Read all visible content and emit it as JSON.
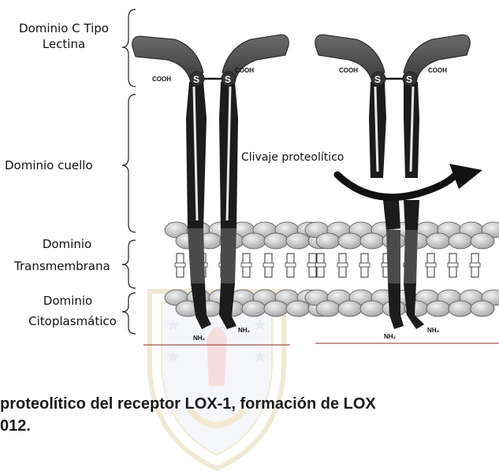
{
  "labels": {
    "lectin_domain": "Dominio C Tipo\nLectina",
    "neck_domain": "Dominio cuello",
    "transmembrane_domain_1": "Dominio",
    "transmembrane_domain_2": "Transmembrana",
    "cytoplasmic_domain_1": "Dominio",
    "cytoplasmic_domain_2": "Citoplasmático",
    "cleavage": "Clivaje proteolítico"
  },
  "terminals": {
    "cooh": "COOH",
    "nh2": "NH₂",
    "s": "S"
  },
  "caption": {
    "line1": "proteolítico del receptor LOX-1, formación de LOX",
    "line2": "012."
  },
  "colors": {
    "receptor_dark": "#1c1c1c",
    "receptor_mid": "#4a4a4a",
    "lipid_head": "#c8c8c8",
    "baseline": "#8a2a2a",
    "watermark": "#e8dcc0"
  }
}
